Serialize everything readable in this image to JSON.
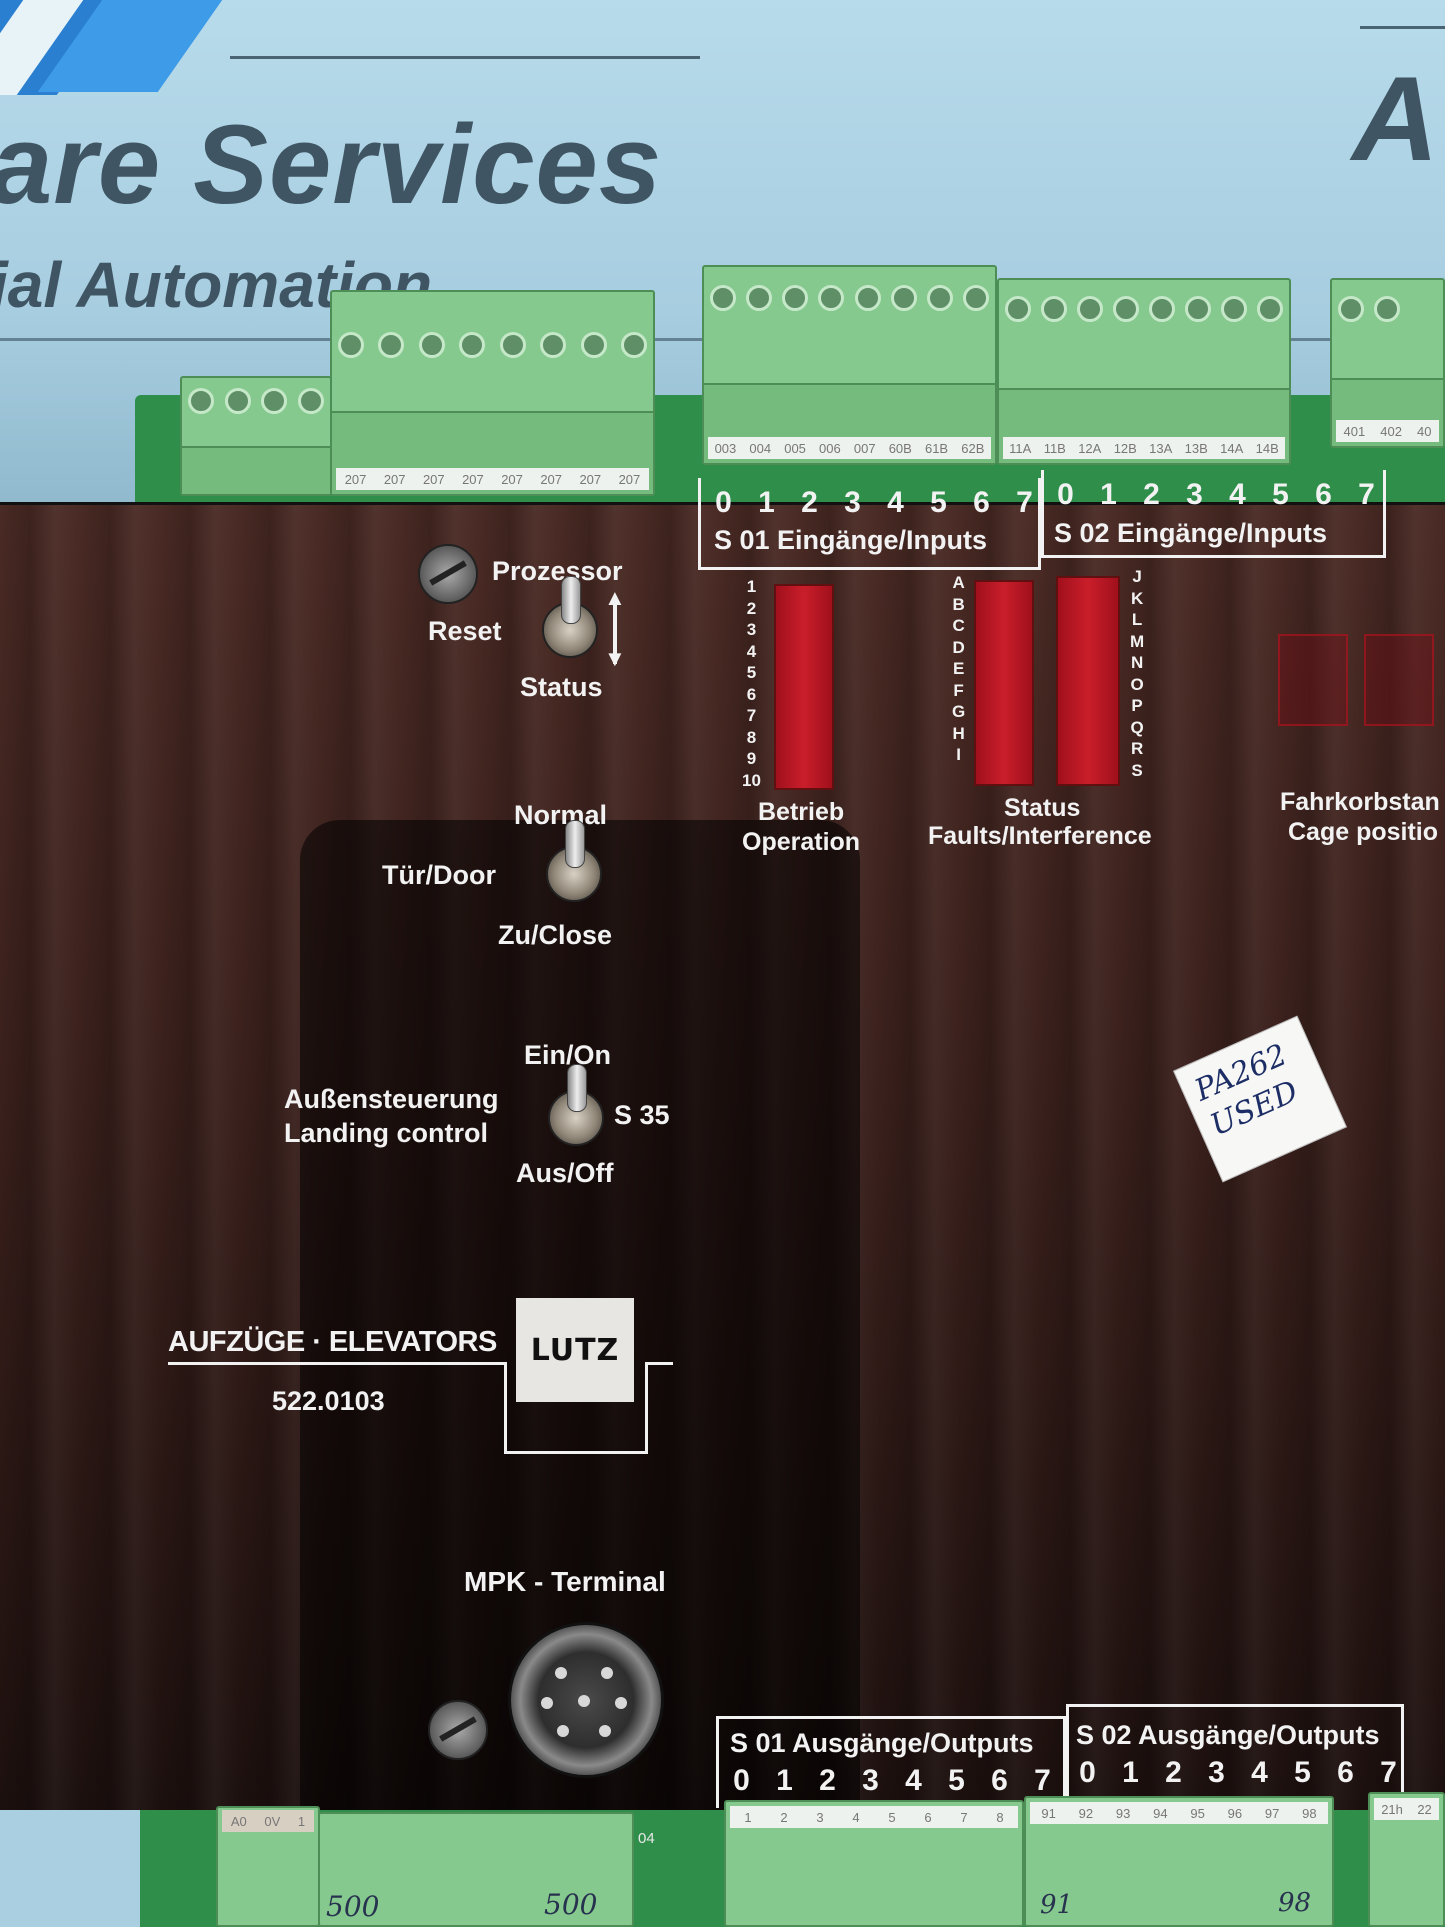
{
  "background_signage": {
    "headline": "are Services",
    "subline": "ial Automation",
    "right_letter": "A"
  },
  "terminals_top": {
    "left_strip": [
      "207",
      "207",
      "207",
      "207",
      "207",
      "207",
      "207",
      "207"
    ],
    "middle_strip": [
      "003",
      "004",
      "005",
      "006",
      "007",
      "60B",
      "61B",
      "62B"
    ],
    "right_strip": [
      "11A",
      "11B",
      "12A",
      "12B",
      "13A",
      "13B",
      "14A",
      "14B"
    ],
    "far_right_strip": [
      "401",
      "402",
      "40"
    ]
  },
  "inputs": {
    "s01_label": "S 01  Eingänge/Inputs",
    "s02_label": "S 02  Eingänge/Inputs",
    "digits": [
      "0",
      "1",
      "2",
      "3",
      "4",
      "5",
      "6",
      "7"
    ]
  },
  "processor": {
    "title": "Prozessor",
    "reset": "Reset",
    "status": "Status"
  },
  "leds": {
    "operation_numbers": [
      "1",
      "2",
      "3",
      "4",
      "5",
      "6",
      "7",
      "8",
      "9",
      "10"
    ],
    "faults_left_letters": [
      "A",
      "B",
      "C",
      "D",
      "E",
      "F",
      "G",
      "H",
      "I"
    ],
    "faults_right_letters": [
      "J",
      "K",
      "L",
      "M",
      "N",
      "O",
      "P",
      "Q",
      "R",
      "S"
    ],
    "operation_de": "Betrieb",
    "operation_en": "Operation",
    "status_de": "Status",
    "status_en": "Faults/Interference",
    "cage_de": "Fahrkorbstan",
    "cage_en": "Cage positio"
  },
  "door_switch": {
    "top": "Normal",
    "label": "Tür/Door",
    "bottom": "Zu/Close"
  },
  "landing_switch": {
    "top": "Ein/On",
    "label_de": "Außensteuerung",
    "label_en": "Landing control",
    "id": "S 35",
    "bottom": "Aus/Off"
  },
  "brand": {
    "product": "AUFZÜGE · ELEVATORS",
    "logo": "LUTZ",
    "part_number": "522.0103"
  },
  "terminal_port": {
    "label": "MPK - Terminal"
  },
  "handwritten_note": {
    "line1": "PA262",
    "line2": "USED"
  },
  "outputs": {
    "s01_label": "S 01  Ausgänge/Outputs",
    "s02_label": "S 02  Ausgänge/Outputs",
    "digits": [
      "0",
      "1",
      "2",
      "3",
      "4",
      "5",
      "6",
      "7"
    ]
  },
  "terminals_bottom": {
    "left_strip": [
      "A0",
      "0V",
      "1"
    ],
    "left_marker": "04",
    "middle_strip": [
      "1",
      "2",
      "3",
      "4",
      "5",
      "6",
      "7",
      "8"
    ],
    "right_strip": [
      "91",
      "92",
      "93",
      "94",
      "95",
      "96",
      "97",
      "98"
    ],
    "far_right_strip": [
      "21h",
      "22"
    ],
    "hand_left": "500",
    "hand_right": "500",
    "hand_91": "91",
    "hand_98": "98"
  }
}
